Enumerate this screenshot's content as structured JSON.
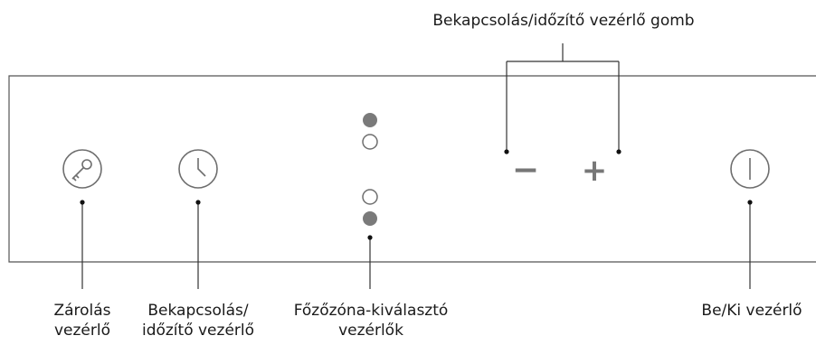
{
  "diagram": {
    "top_label": "Bekapcsolás/időzítő vezérlő gomb",
    "minus_symbol": "−",
    "plus_symbol": "+",
    "labels": {
      "lock": [
        "Zárolás",
        "vezérlő"
      ],
      "timer": [
        "Bekapcsolás/",
        "időzítő vezérlő"
      ],
      "zone_select": [
        "Főzőzóna-kiválasztó",
        "vezérlők"
      ],
      "power": "Be/Ki vezérlő"
    },
    "icons": {
      "lock": "key-icon",
      "timer": "clock-icon",
      "power": "power-icon"
    },
    "zone_indicators": [
      [
        "filled",
        "empty"
      ],
      [
        "empty",
        "filled"
      ]
    ],
    "colors": {
      "line": "#555555",
      "icon": "#6e6e6e",
      "dot_filled": "#7a7a7a"
    }
  }
}
